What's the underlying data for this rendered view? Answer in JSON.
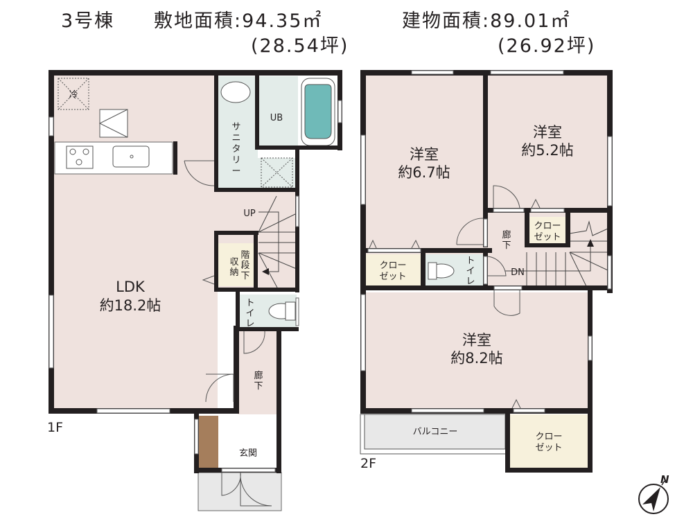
{
  "header": {
    "building": "3号棟",
    "site_area_label": "敷地面積:",
    "site_area_value": "94.35㎡",
    "site_area_tsubo": "(28.54坪)",
    "floor_area_label": "建物面積:",
    "floor_area_value": "89.01㎡",
    "floor_area_tsubo": "(26.92坪)"
  },
  "colors": {
    "wall": "#231f20",
    "room_pink": "#efe2de",
    "wet_area": "#e3ece9",
    "closet": "#f7f1dc",
    "balcony": "#e8e8e8",
    "bathtub": "#6fbab8",
    "shoe_cabinet": "#a57e5c"
  },
  "floor1": {
    "label": "1F",
    "ldk": {
      "name": "LDK",
      "size": "約18.2帖"
    },
    "fridge": "冷",
    "sanitary": [
      "サ",
      "ニ",
      "タ",
      "リ",
      "ー"
    ],
    "unit_bath": "UB",
    "stairs_up": "UP",
    "under_stair_storage": [
      "階",
      "段",
      "下"
    ],
    "under_stair_storage2": [
      "収",
      "納"
    ],
    "toilet": [
      "ト",
      "イ",
      "レ"
    ],
    "hallway": [
      "廊",
      "下"
    ],
    "entrance": "玄関"
  },
  "floor2": {
    "label": "2F",
    "room_a": {
      "name": "洋室",
      "size": "約6.7帖"
    },
    "room_b": {
      "name": "洋室",
      "size": "約5.2帖"
    },
    "room_c": {
      "name": "洋室",
      "size": "約8.2帖"
    },
    "closet_a": [
      "クロー",
      "ゼット"
    ],
    "closet_b": [
      "クロー",
      "ゼット"
    ],
    "closet_c": [
      "クロー",
      "ゼット"
    ],
    "toilet": [
      "ト",
      "イ",
      "レ"
    ],
    "hallway": [
      "廊",
      "下"
    ],
    "stairs_down": "DN",
    "balcony": "バルコニー"
  },
  "compass": {
    "label": "N"
  }
}
